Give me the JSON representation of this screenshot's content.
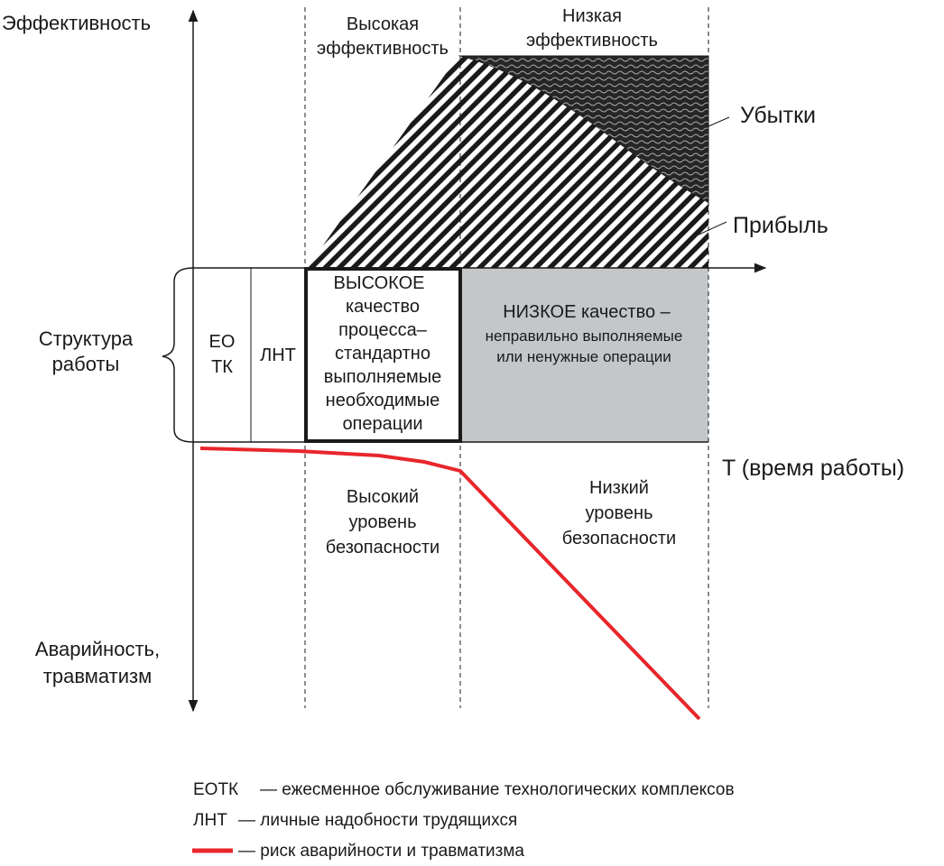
{
  "axes": {
    "y_top_label": "Эффективность",
    "y_bottom_label": [
      "Аварийность,",
      "травматизм"
    ],
    "x_label": "T (время работы)",
    "structure_label": [
      "Структура",
      "работы"
    ]
  },
  "zones": {
    "high_efficiency": [
      "Высокая",
      "эффективность"
    ],
    "low_efficiency": [
      "Низкая",
      "эффективность"
    ],
    "losses": "Убытки",
    "profit": "Прибыль",
    "high_safety": [
      "Высокий",
      "уровень",
      "безопасности"
    ],
    "low_safety": [
      "Низкий",
      "уровень",
      "безопасности"
    ]
  },
  "structure": {
    "eotk": [
      "ЕО",
      "ТК"
    ],
    "lnt": "ЛНТ",
    "high_quality": [
      "ВЫСОКОЕ",
      "качество",
      "процесса–",
      "стандартно",
      "выполняемые",
      "необходимые",
      "операции"
    ],
    "low_quality": [
      "НИЗКОЕ качество –",
      "неправильно выполняемые",
      "или ненужные операции"
    ]
  },
  "legend": [
    {
      "key": "ЕОТК",
      "text": "— ежесменное обслуживание технологических комплексов"
    },
    {
      "key": "ЛНТ",
      "text": "— личные надобности трудящихся"
    },
    {
      "key": "",
      "text": "— риск аварийности и травматизма"
    }
  ],
  "colors": {
    "risk_line": "#e8262b",
    "low_quality_fill": "#c3c7ca",
    "losses_fill": "#2a2a2a"
  }
}
